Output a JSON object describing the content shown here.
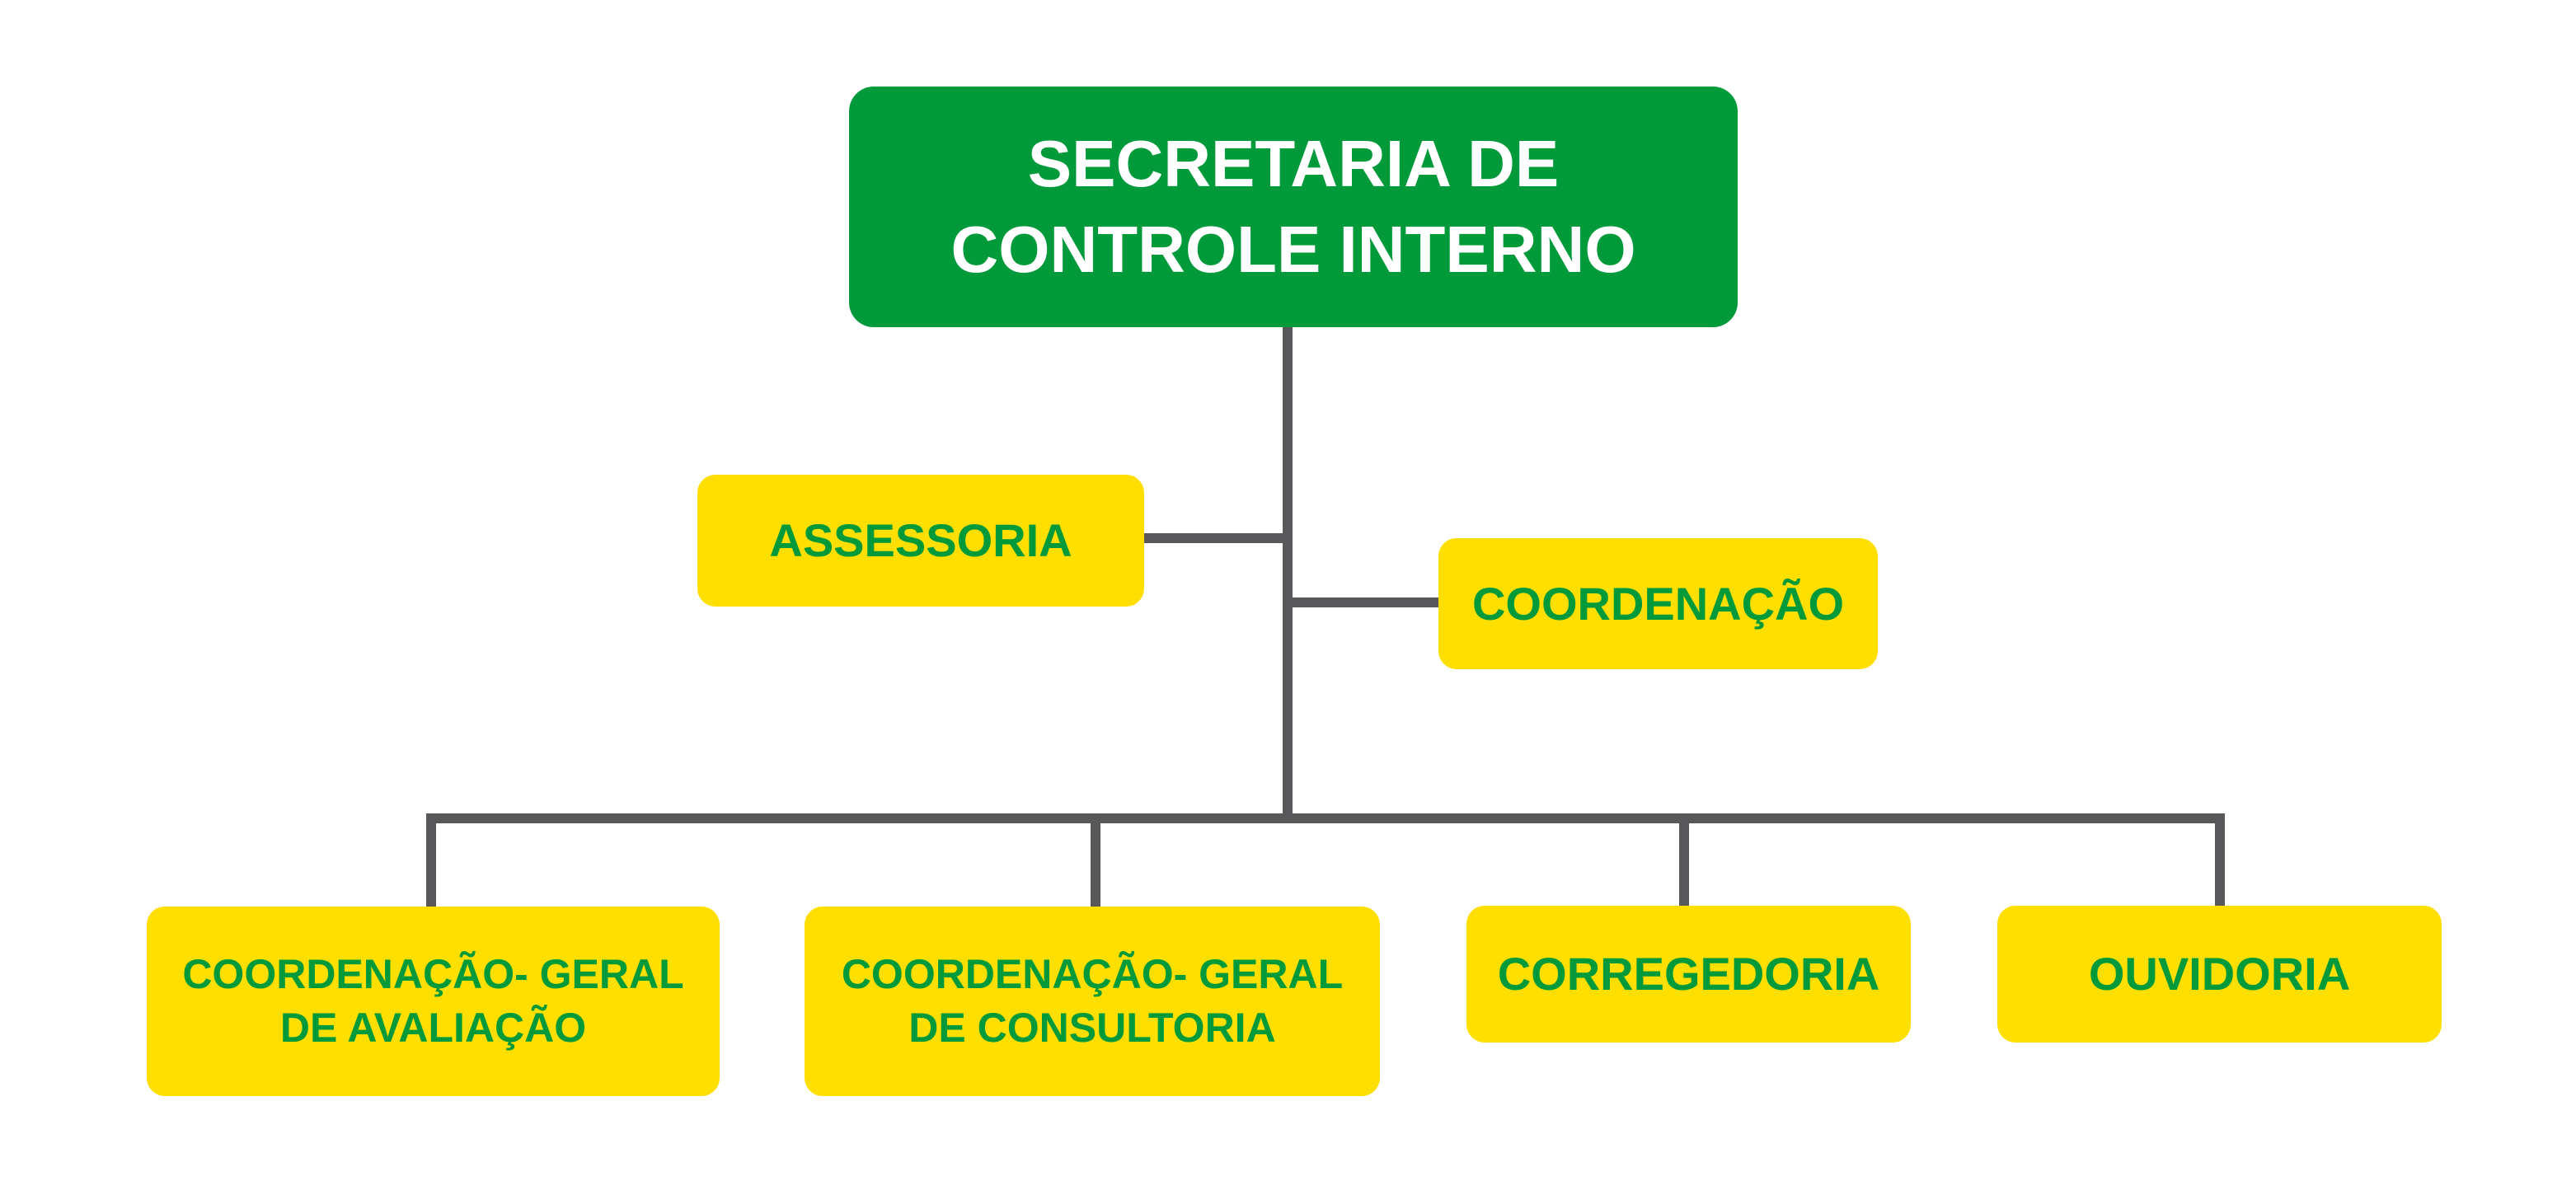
{
  "palette": {
    "root_fill": "#009a3b",
    "child_fill": "#ffdf00",
    "child_text": "#009a3b",
    "root_text": "#ffffff",
    "connector": "#58585b",
    "background": "#ffffff"
  },
  "org": {
    "root": {
      "label": "SECRETARIA DE\nCONTROLE INTERNO"
    },
    "staff": [
      {
        "label": "ASSESSORIA",
        "side": "left"
      },
      {
        "label": "COORDENAÇÃO",
        "side": "right"
      }
    ],
    "children": [
      {
        "label": "COORDENAÇÃO- GERAL\nDE AVALIAÇÃO"
      },
      {
        "label": "COORDENAÇÃO- GERAL\nDE CONSULTORIA"
      },
      {
        "label": "CORREGEDORIA"
      },
      {
        "label": "OUVIDORIA"
      }
    ]
  }
}
